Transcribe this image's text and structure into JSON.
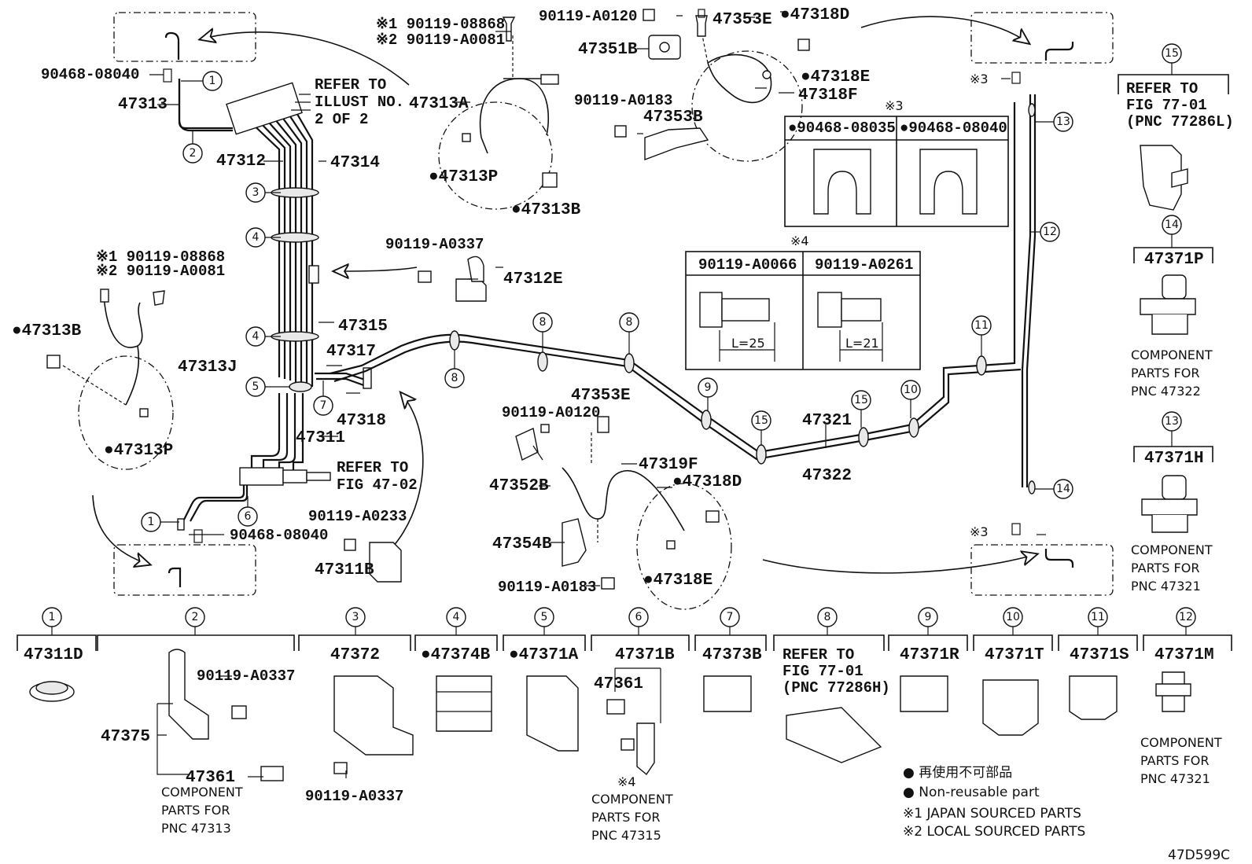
{
  "labels": {
    "p90468_08040_top": "90468-08040",
    "p47313": "47313",
    "refer_illust_1": "REFER TO",
    "refer_illust_2": "ILLUST NO.",
    "refer_illust_3": "2 OF 2",
    "p47312": "47312",
    "p47314": "47314",
    "j1_a": "※1 90119-08868",
    "j2_a": "※2 90119-A0081",
    "p47313A": "47313A",
    "p47313P_top": "●47313P",
    "p47313B_top": "●47313B",
    "p90119_A0120_top": "90119-A0120",
    "p47353E_top": "47353E",
    "p47318D_top": "●47318D",
    "p47351B": "47351B",
    "p47318E_top": "●47318E",
    "p47318F": "47318F",
    "p90119_A0183_top": "90119-A0183",
    "p47353B": "47353B",
    "x3_top": "※3",
    "x3_box": "※3",
    "p90468_08035_box": "●90468-08035",
    "p90468_08040_box": "●90468-08040",
    "x4_box": "※4",
    "p90119_A0066": "90119-A0066",
    "p90119_A0261": "90119-A0261",
    "l25": "L=25",
    "l21": "L=21",
    "j1_b": "※1 90119-08868",
    "j2_b": "※2 90119-A0081",
    "p47313B_left": "●47313B",
    "p47313J": "47313J",
    "p47313P_left": "●47313P",
    "p90119_A0337_mid": "90119-A0337",
    "p47312E": "47312E",
    "p47315": "47315",
    "p47317": "47317",
    "p47318": "47318",
    "p47311": "47311",
    "refer_fig4702_1": "REFER TO",
    "refer_fig4702_2": "FIG 47-02",
    "p90468_08040_bot": "90468-08040",
    "p90119_A0233": "90119-A0233",
    "p47311B": "47311B",
    "p90119_A0120_mid": "90119-A0120",
    "p47353E_mid": "47353E",
    "p47352B": "47352B",
    "p47319F": "47319F",
    "p47318D_mid": "●47318D",
    "p47354B": "47354B",
    "p47318E_mid": "●47318E",
    "p90119_A0183_mid": "90119-A0183",
    "p47321": "47321",
    "p47322": "47322",
    "x3_mid": "※3",
    "x3_low": "※3",
    "r_refer_1": "REFER TO",
    "r_refer_2": "FIG 77-01",
    "r_refer_3": "(PNC 77286L)",
    "p47371P": "47371P",
    "comp_1a": "COMPONENT",
    "comp_1b": "PARTS FOR",
    "comp_1c": "PNC 47322",
    "p47371H": "47371H",
    "comp_2a": "COMPONENT",
    "comp_2b": "PARTS FOR",
    "comp_2c": "PNC 47321"
  },
  "bottom_row": [
    {
      "num": "1",
      "part": "47311D"
    },
    {
      "num": "2",
      "part": ""
    },
    {
      "num": "3",
      "part": "47372"
    },
    {
      "num": "4",
      "part": "●47374B"
    },
    {
      "num": "5",
      "part": "●47371A"
    },
    {
      "num": "6",
      "part": "47371B"
    },
    {
      "num": "7",
      "part": "47373B"
    },
    {
      "num": "8",
      "part": ""
    },
    {
      "num": "9",
      "part": "47371R"
    },
    {
      "num": "10",
      "part": "47371T"
    },
    {
      "num": "11",
      "part": "47371S"
    },
    {
      "num": "12",
      "part": "47371M"
    }
  ],
  "bottom_labels": {
    "b2_90119_A0337": "90119-A0337",
    "b2_47375": "47375",
    "b2_47361": "47361",
    "b2_comp_a": "COMPONENT",
    "b2_comp_b": "PARTS FOR",
    "b2_comp_c": "PNC 47313",
    "b3_90119_A0337": "90119-A0337",
    "b6_47361": "47361",
    "b6_x4": "※4",
    "b6_comp_a": "COMPONENT",
    "b6_comp_b": "PARTS FOR",
    "b6_comp_c": "PNC 47315",
    "b8_ref_1": "REFER TO",
    "b8_ref_2": "FIG 77-01",
    "b8_ref_3": "(PNC 77286H)",
    "b12_comp_a": "COMPONENT",
    "b12_comp_b": "PARTS FOR",
    "b12_comp_c": "PNC 47321"
  },
  "side_num_15": "15",
  "side_num_14": "14",
  "side_num_13": "13",
  "legend": {
    "jp": "● 再使用不可部品",
    "en": "● Non-reusable part",
    "n1": "※1 JAPAN SOURCED PARTS",
    "n2": "※2 LOCAL SOURCED PARTS"
  },
  "figure_code": "47D599C",
  "callouts": {
    "c1": "1",
    "c2": "2",
    "c3": "3",
    "c4": "4",
    "c5": "5",
    "c6": "6",
    "c7": "7",
    "c8": "8",
    "c9": "9",
    "c10": "10",
    "c11": "11",
    "c12": "12",
    "c13": "13",
    "c14": "14",
    "c15": "15"
  }
}
